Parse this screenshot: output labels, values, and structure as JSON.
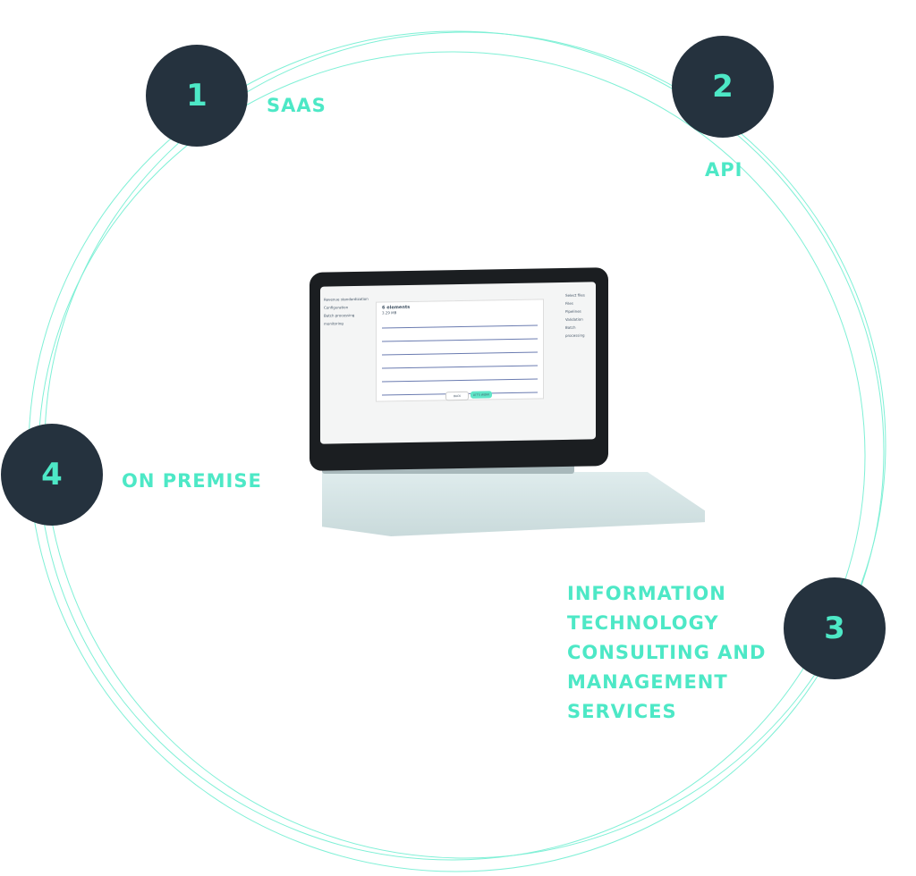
{
  "colors": {
    "accent": "#4de8c6",
    "circle": "#25323e"
  },
  "items": [
    {
      "number": "1",
      "label": "SAAS"
    },
    {
      "number": "2",
      "label": "API"
    },
    {
      "number": "3",
      "label": "INFORMATION TECHNOLOGY CONSULTING AND MANAGEMENT SERVICES"
    },
    {
      "number": "4",
      "label": "ON PREMISE"
    }
  ],
  "screen": {
    "sidebar": [
      "Revenue standardization",
      "Configuration",
      "Batch processing monitoring"
    ],
    "title": "6 elements",
    "size": "3.29 MB",
    "back": "BACK",
    "next": "LET'S WORK",
    "right": [
      "Select files",
      "Files",
      "Pipelines",
      "Validation",
      "Batch processing"
    ]
  }
}
